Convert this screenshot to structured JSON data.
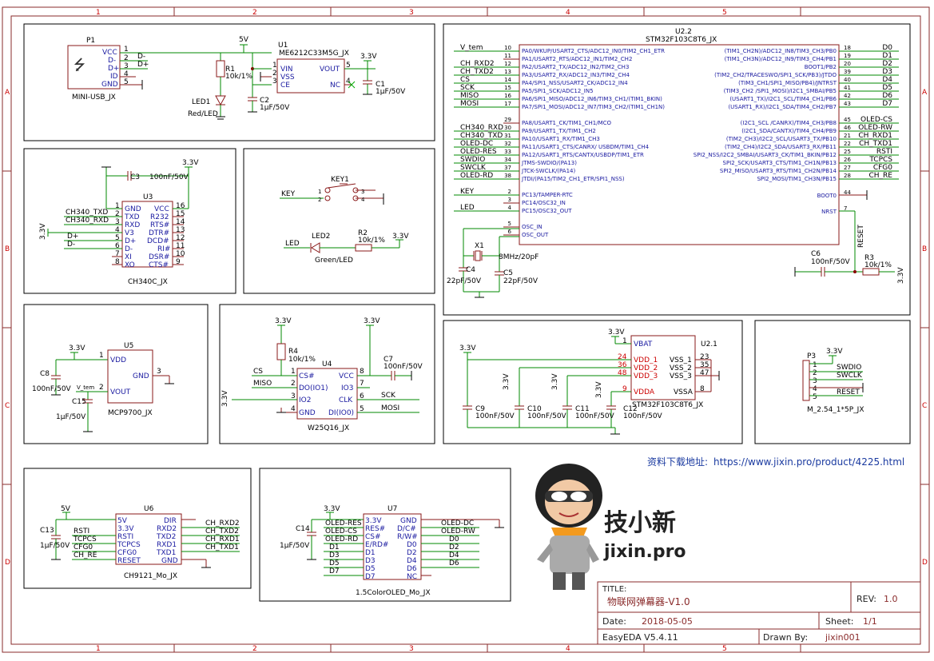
{
  "frame": {
    "col_labels": [
      "1",
      "2",
      "3",
      "4",
      "5"
    ],
    "row_labels": [
      "A",
      "B",
      "C",
      "D"
    ]
  },
  "p1": {
    "ref": "P1",
    "name": "MINI-USB_JX",
    "pins": [
      "VCC",
      "D-",
      "D+",
      "ID",
      "GND"
    ],
    "nums": [
      "1",
      "2",
      "3",
      "4",
      "5"
    ],
    "nets": [
      "D-",
      "D+"
    ]
  },
  "u1": {
    "ref": "U1",
    "part": "ME6212C33M5G_JX",
    "pins_l": [
      "VIN",
      "VSS",
      "CE"
    ],
    "pins_r": [
      "VOUT",
      "NC"
    ],
    "nums_l": [
      "1",
      "2",
      "3"
    ],
    "nums_r": [
      "5",
      "4"
    ],
    "pwr_in": "5V",
    "pwr_out": "3.3V"
  },
  "r1": {
    "ref": "R1",
    "val": "10k/1%"
  },
  "led1": {
    "ref": "LED1",
    "val": "Red/LED"
  },
  "c1": {
    "ref": "C1",
    "val": "1μF/50V"
  },
  "c2": {
    "ref": "C2",
    "val": "1μF/50V"
  },
  "u3": {
    "ref": "U3",
    "name": "CH340C_JX",
    "pins_l": [
      "GND",
      "TXD",
      "RXD",
      "V3",
      "D+",
      "D-",
      "XI",
      "XO"
    ],
    "pins_r": [
      "VCC",
      "R232",
      "RTS#",
      "DTR#",
      "DCD#",
      "RI#",
      "DSR#",
      "CTS#"
    ],
    "nums_l": [
      "1",
      "2",
      "3",
      "4",
      "5",
      "6",
      "7",
      "8"
    ],
    "nums_r": [
      "16",
      "15",
      "14",
      "13",
      "12",
      "11",
      "10",
      "9"
    ],
    "nets": [
      "CH340_TXD",
      "CH340_RXD",
      "D+",
      "D-"
    ],
    "pwr": "3.3V",
    "v3": "3.3V"
  },
  "c3": {
    "ref": "C3",
    "val": "100nF/50V"
  },
  "key1": {
    "ref": "KEY1",
    "net": "KEY",
    "nums": [
      "1",
      "2",
      "3",
      "4"
    ]
  },
  "led2": {
    "ref": "LED2",
    "val": "Green/LED",
    "net": "LED"
  },
  "r2": {
    "ref": "R2",
    "val": "10k/1%",
    "pwr": "3.3V"
  },
  "u5": {
    "ref": "U5",
    "name": "MCP9700_JX",
    "pins": [
      "VDD",
      "GND",
      "VOUT"
    ],
    "nums": [
      "1",
      "3",
      "2"
    ],
    "pwr": "3.3V",
    "net": "V_tem"
  },
  "c8": {
    "ref": "C8",
    "val": "100nF/50V"
  },
  "c15": {
    "ref": "C15",
    "val": "1μF/50V"
  },
  "u4": {
    "ref": "U4",
    "name": "W25Q16_JX",
    "pins_l": [
      "CS#",
      "DO(IO1)",
      "IO2",
      "GND"
    ],
    "pins_r": [
      "VCC",
      "IO3",
      "CLK",
      "DI(IO0)"
    ],
    "nums_l": [
      "1",
      "2",
      "3",
      "4"
    ],
    "nums_r": [
      "8",
      "7",
      "6",
      "5"
    ],
    "nets": [
      "CS",
      "MISO",
      "SCK",
      "MOSI"
    ],
    "pwr": "3.3V"
  },
  "r4": {
    "ref": "R4",
    "val": "10k/1%"
  },
  "c7": {
    "ref": "C7",
    "val": "100nF/50V"
  },
  "u22": {
    "ref": "U2.2",
    "name": "STM32F103C8T6_JX",
    "left": [
      {
        "net": "V_tem",
        "num": "10",
        "pin": "PA0/WKUP/USART2_CTS/ADC12_IN0/TIM2_CH1_ETR"
      },
      {
        "net": "",
        "num": "11",
        "pin": "PA1/USART2_RTS/ADC12_IN1/TIM2_CH2"
      },
      {
        "net": "CH_RXD2",
        "num": "12",
        "pin": "PA2/USART2_TX/ADC12_IN2/TIM2_CH3"
      },
      {
        "net": "CH_TXD2",
        "num": "13",
        "pin": "PA3/USART2_RX/ADC12_IN3/TIM2_CH4"
      },
      {
        "net": "CS",
        "num": "14",
        "pin": "PA4/SPI1_NSS/USART2_CK/ADC12_IN4"
      },
      {
        "net": "SCK",
        "num": "15",
        "pin": "PA5/SPI1_SCK/ADC12_IN5"
      },
      {
        "net": "MISO",
        "num": "16",
        "pin": "PA6/SPI1_MISO/ADC12_IN6/TIM3_CH1/(TIM1_BKIN)"
      },
      {
        "net": "MOSI",
        "num": "17",
        "pin": "PA7/SPI1_MOSI/ADC12_IN7/TIM3_CH2/(TIM1_CH1N)"
      },
      {
        "net": "",
        "num": "29",
        "pin": "PA8/USART1_CK/TIM1_CH1/MCO"
      },
      {
        "net": "CH340_RXD",
        "num": "30",
        "pin": "PA9/USART1_TX/TIM1_CH2"
      },
      {
        "net": "CH340_TXD",
        "num": "31",
        "pin": "PA10/USART1_RX/TIM1_CH3"
      },
      {
        "net": "OLED-DC",
        "num": "32",
        "pin": "PA11/USART1_CTS/CANRX/ USBDM/TIM1_CH4"
      },
      {
        "net": "OLED-RES",
        "num": "33",
        "pin": "PA12/USART1_RTS/CANTX/USBDP/TIM1_ETR"
      },
      {
        "net": "SWDIO",
        "num": "34",
        "pin": "JTMS-SWDIO/(PA13)"
      },
      {
        "net": "SWCLK",
        "num": "37",
        "pin": "JTCK-SWCLK/(PA14)"
      },
      {
        "net": "OLED-RD",
        "num": "38",
        "pin": "JTDI/(PA15/TIM2_CH1_ETR/SPI1_NSS)"
      },
      {
        "net": "KEY",
        "num": "2",
        "pin": "PC13/TAMPER-RTC"
      },
      {
        "net": "",
        "num": "3",
        "pin": "PC14/OSC32_IN"
      },
      {
        "net": "LED",
        "num": "4",
        "pin": "PC15/OSC32_OUT"
      },
      {
        "net": "",
        "num": "5",
        "pin": "OSC_IN"
      },
      {
        "net": "",
        "num": "6",
        "pin": "OSC_OUT"
      }
    ],
    "right": [
      {
        "net": "D0",
        "num": "18",
        "pin": "(TIM1_CH2N)/ADC12_IN8/TIM3_CH3/PB0"
      },
      {
        "net": "D1",
        "num": "19",
        "pin": "(TIM1_CH3N)/ADC12_IN9/TIM3_CH4/PB1"
      },
      {
        "net": "D2",
        "num": "20",
        "pin": "BOOT1/PB2"
      },
      {
        "net": "D3",
        "num": "39",
        "pin": "(TIM2_CH2/TRACESWO/SPI1_SCK/PB3)/JTDO"
      },
      {
        "net": "D4",
        "num": "40",
        "pin": "(TIM3_CH1/SPI1_MISO/PB4)/JNTRST"
      },
      {
        "net": "D5",
        "num": "41",
        "pin": "(TIM3_CH2 /SPI1_MOSI)/I2C1_SMBAI/PB5"
      },
      {
        "net": "D6",
        "num": "42",
        "pin": "(USART1_TX)/I2C1_SCL/TIM4_CH1/PB6"
      },
      {
        "net": "D7",
        "num": "43",
        "pin": "(USART1_RX)/I2C1_SDA/TIM4_CH2/PB7"
      },
      {
        "net": "OLED-CS",
        "num": "45",
        "pin": "(I2C1_SCL /CANRX)/TIM4_CH3/PB8"
      },
      {
        "net": "OLED-RW",
        "num": "46",
        "pin": "(I2C1_SDA/CANTX)/TIM4_CH4/PB9"
      },
      {
        "net": "CH_RXD1",
        "num": "21",
        "pin": "(TIM2_CH3)/I2C2_SCL/USART3_TX/PB10"
      },
      {
        "net": "CH_TXD1",
        "num": "22",
        "pin": "(TIM2_CH4)/I2C2_SDA/USART3_RX/PB11"
      },
      {
        "net": "RSTI",
        "num": "25",
        "pin": "SPI2_NSS/I2C2_SMBAI/USART3_CK/TIM1_BKIN/PB12"
      },
      {
        "net": "TCPCS",
        "num": "26",
        "pin": "SPI2_SCK/USART3_CTS/TIM1_CH1N/PB13"
      },
      {
        "net": "CFG0",
        "num": "27",
        "pin": "SPI2_MISO/USART3_RTS/TIM1_CH2N/PB14"
      },
      {
        "net": "CH_RE",
        "num": "28",
        "pin": "SPI2_MOSI/TIM1_CH3N/PB15"
      },
      {
        "net": "",
        "num": "44",
        "pin": "BOOT0"
      },
      {
        "net": "",
        "num": "7",
        "pin": "NRST"
      }
    ],
    "reset_net": "RESET"
  },
  "x1": {
    "ref": "X1",
    "val": "8MHz/20pF"
  },
  "c4": {
    "ref": "C4",
    "val": "22pF/50V"
  },
  "c5": {
    "ref": "C5",
    "val": "22pF/50V"
  },
  "c6": {
    "ref": "C6",
    "val": "100nF/50V"
  },
  "r3": {
    "ref": "R3",
    "val": "10k/1%",
    "pwr": "3.3V"
  },
  "u21": {
    "ref": "U2.1",
    "name": "STM32F103C8T6_JX",
    "pins_l": [
      "VBAT",
      "VDD_1",
      "VDD_2",
      "VDD_3",
      "VDDA"
    ],
    "nums_l": [
      "1",
      "24",
      "36",
      "48",
      "9"
    ],
    "pins_r": [
      "VSS_1",
      "VSS_2",
      "VSS_3",
      "VSSA"
    ],
    "nums_r": [
      "23",
      "35",
      "47",
      "8"
    ],
    "pwr": "3.3V"
  },
  "c9": {
    "ref": "C9",
    "val": "100nF/50V"
  },
  "c10": {
    "ref": "C10",
    "val": "100nF/50V"
  },
  "c11": {
    "ref": "C11",
    "val": "100nF/50V"
  },
  "c12": {
    "ref": "C12",
    "val": "100nF/50V"
  },
  "p3": {
    "ref": "P3",
    "name": "M_2.54_1*5P_JX",
    "nets": [
      "SWDIO",
      "SWCLK",
      "RESET"
    ],
    "nums": [
      "1",
      "2",
      "3",
      "4",
      "5"
    ],
    "pwr": "3.3V"
  },
  "u6": {
    "ref": "U6",
    "name": "CH9121_Mo_JX",
    "pins_l": [
      "5V",
      "3.3V",
      "RSTI",
      "TCPCS",
      "CFG0",
      "RESET"
    ],
    "pins_r": [
      "DIR",
      "RXD2",
      "TXD2",
      "RXD1",
      "TXD1",
      "GND"
    ],
    "nets_l": [
      "RSTI",
      "TCPCS",
      "CFG0",
      "CH_RE"
    ],
    "nets_r": [
      "CH_RXD2",
      "CH_TXD2",
      "CH_RXD1",
      "CH_TXD1"
    ],
    "pwr": "5V"
  },
  "c13": {
    "ref": "C13",
    "val": "1μF/50V"
  },
  "u7": {
    "ref": "U7",
    "name": "1.5ColorOLED_Mo_JX",
    "pins_l": [
      "3.3V",
      "RES#",
      "CS#",
      "E/RD#",
      "D1",
      "D3",
      "D5",
      "D7"
    ],
    "pins_r": [
      "GND",
      "D/C#",
      "R/W#",
      "D0",
      "D2",
      "D4",
      "D6",
      "NC"
    ],
    "nets_l": [
      "OLED-RES",
      "OLED-CS",
      "OLED-RD",
      "D1",
      "D3",
      "D5",
      "D7"
    ],
    "nets_r": [
      "OLED-DC",
      "OLED-RW",
      "D0",
      "D2",
      "D4",
      "D6"
    ],
    "pwr": "3.3V"
  },
  "c14": {
    "ref": "C14",
    "val": "1μF/50V"
  },
  "download": {
    "label": "资料下载地址:",
    "url": "https://www.jixin.pro/product/4225.html"
  },
  "brand": {
    "cn": "技小新",
    "en": "jixin.pro"
  },
  "title_block": {
    "title_lbl": "TITLE:",
    "title": "物联网弹幕器-V1.0",
    "rev_lbl": "REV:",
    "rev": "1.0",
    "date_lbl": "Date:",
    "date": "2018-05-05",
    "sheet_lbl": "Sheet:",
    "sheet": "1/1",
    "tool": "EasyEDA V5.4.11",
    "drawn_lbl": "Drawn By:",
    "drawn": "jixin001"
  }
}
